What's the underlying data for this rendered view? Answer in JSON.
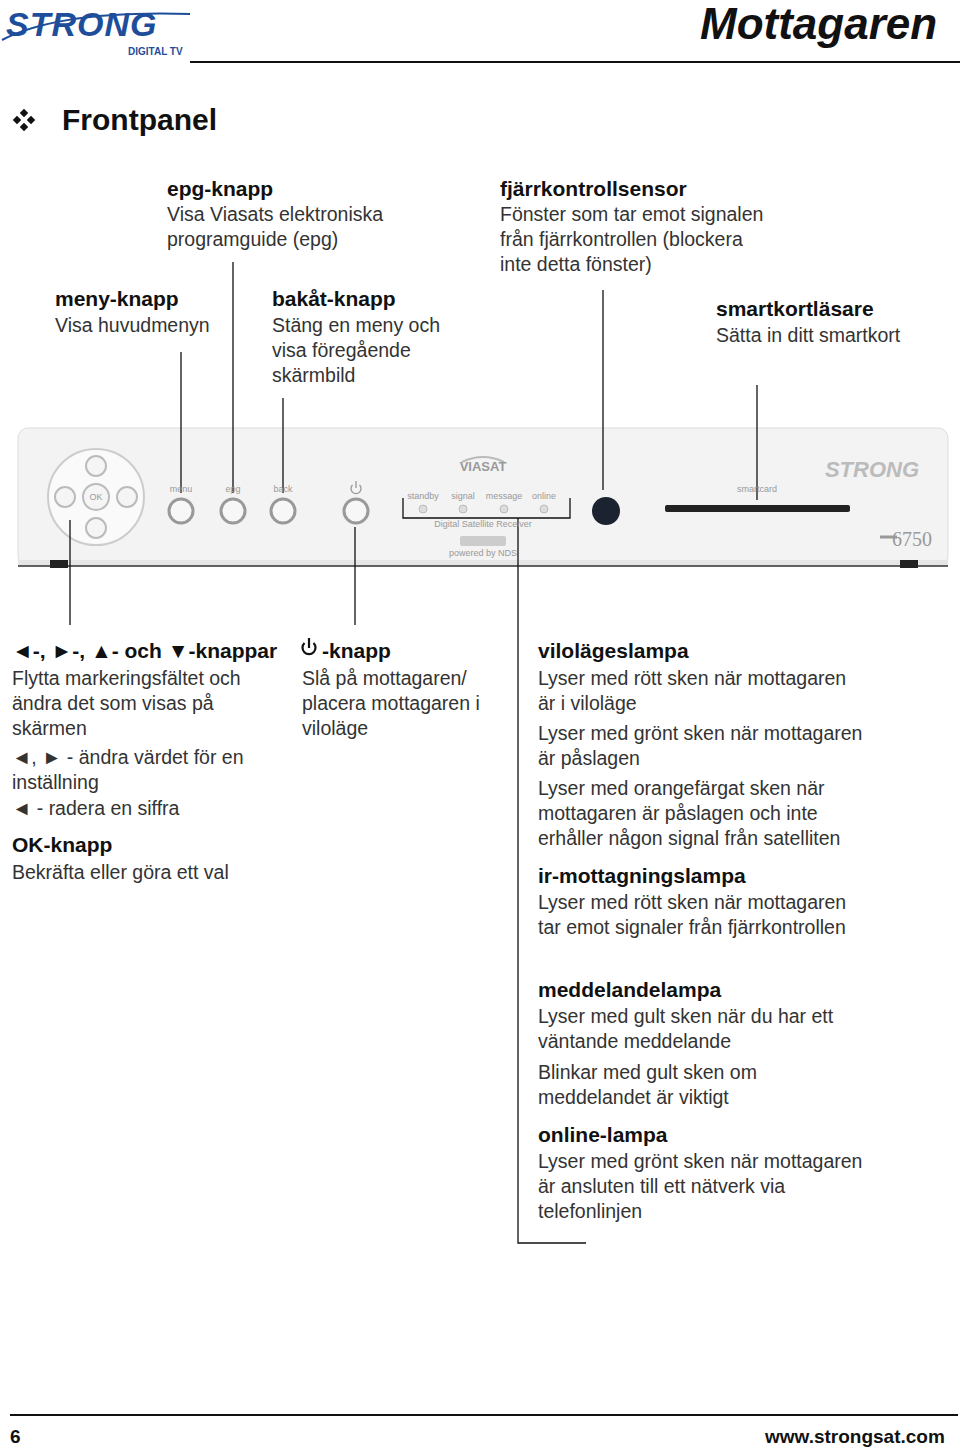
{
  "diagram": {
    "title": "Frontpanel",
    "labels": [
      "STRONG",
      "DIGITAL TV",
      "Mottagaren",
      "epg-knapp",
      "Visa Viasats elektroniska programguide (epg)",
      "fjärrkontrollsensor",
      "Fönster som tar emot signalen från fjärrkontrollen (blockera inte detta fönster)",
      "meny-knapp",
      "Visa huvudmenyn",
      "bakåt-knapp",
      "Stäng en meny och visa föregående skärmbild",
      "smartkortläsare",
      "Sätta in ditt smartkort",
      "OK",
      "menu",
      "epg",
      "back",
      "VIASAT",
      "standby",
      "signal",
      "message",
      "online",
      "Digital Satellite Receiver",
      "powered by NDS",
      "smartcard",
      "STRONG",
      "6750",
      "◄-, ►-, ▲- och ▼-knappar",
      "Flytta markeringsfältet och ändra det som visas på skärmen",
      "◄, ► - ändra värdet för en inställning",
      "◄ - radera en siffra",
      "OK-knapp",
      "Bekräfta eller göra ett val",
      "-knapp",
      "Slå på mottagaren/ placera mottagaren i viloläge",
      "vilolägeslampa",
      "Lyser med rött sken när mottagaren är i viloläge",
      "Lyser med grönt sken när mottagaren är påslagen",
      "Lyser med orangefärgat sken när mottagaren är påslagen och inte erhåller någon signal från satelliten",
      "ir-mottagningslampa",
      "Lyser med rött sken när mottagaren tar emot signaler från fjärrkontrollen",
      "meddelandelampa",
      "Lyser med gult sken när du har ett väntande meddelande",
      "Blinkar med gult sken om meddelandet är viktigt",
      "online-lampa",
      "Lyser med grönt sken när mottagaren är ansluten till ett nätverk via telefonlinjen",
      "6",
      "www.strongsat.com"
    ]
  }
}
